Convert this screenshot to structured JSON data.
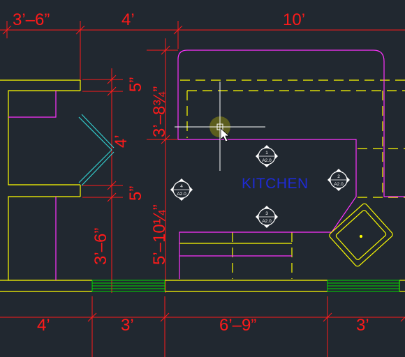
{
  "title": "",
  "dimensions": {
    "top_left": "3’–6”",
    "top_mid": "4’",
    "top_right": "10’",
    "v_5a": "5”",
    "v_3_8_3_4": "3’–8¾”",
    "v_4": "4’",
    "v_5b": "5”",
    "v_3_6": "3’–6”",
    "v_5_10_1_4": "5’–10¼”",
    "bottom_4": "4’",
    "bottom_3a": "3’",
    "bottom_6_9": "6’–9”",
    "bottom_3b": "3’"
  },
  "room_label": "KITCHEN",
  "section_markers": [
    {
      "num": "1",
      "sheet": "A2.0"
    },
    {
      "num": "2",
      "sheet": "A2.0"
    },
    {
      "num": "3",
      "sheet": "A2.0"
    },
    {
      "num": "4",
      "sheet": "A2.0"
    }
  ],
  "colors": {
    "background": "#212830",
    "walls": "#ffff00",
    "cabinets": "#ff33ff",
    "dimensions": "#ff1a1a",
    "room_label": "#1e2bd6",
    "window": "#00dd00",
    "door": "#33cccc",
    "crosshair": "#ffffff"
  },
  "icons": {
    "cursor": "arrow-cursor-icon",
    "crosshair": "crosshair-icon"
  }
}
